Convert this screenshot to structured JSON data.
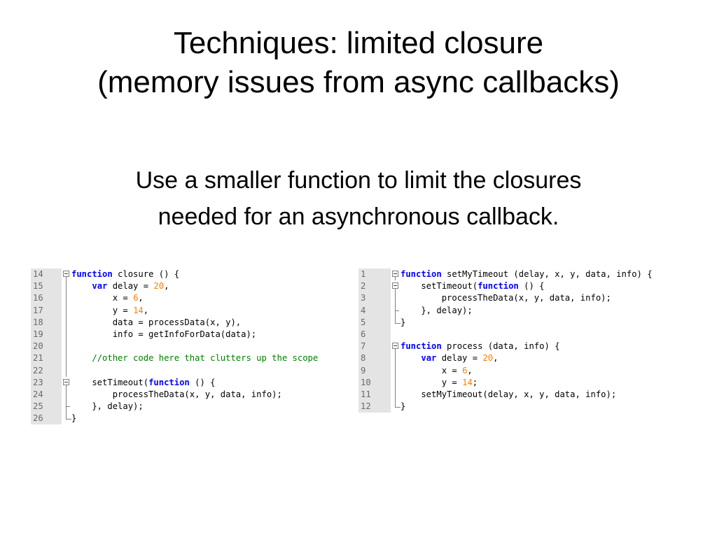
{
  "title": {
    "line1": "Techniques: limited closure",
    "line2": "(memory issues from async callbacks)"
  },
  "subtitle": {
    "line1": "Use a smaller function to limit the closures",
    "line2": "needed for an asynchronous callback."
  },
  "left_code": {
    "lines": [
      {
        "num": "14",
        "fold": "open",
        "tokens": [
          {
            "t": "function",
            "c": "kw"
          },
          {
            "t": " closure () {"
          }
        ]
      },
      {
        "num": "15",
        "fold": "line",
        "tokens": [
          {
            "t": "    "
          },
          {
            "t": "var",
            "c": "kw"
          },
          {
            "t": " delay = "
          },
          {
            "t": "20",
            "c": "num"
          },
          {
            "t": ","
          }
        ]
      },
      {
        "num": "16",
        "fold": "line",
        "tokens": [
          {
            "t": "        x = "
          },
          {
            "t": "6",
            "c": "num"
          },
          {
            "t": ","
          }
        ]
      },
      {
        "num": "17",
        "fold": "line",
        "tokens": [
          {
            "t": "        y = "
          },
          {
            "t": "14",
            "c": "num"
          },
          {
            "t": ","
          }
        ]
      },
      {
        "num": "18",
        "fold": "line",
        "tokens": [
          {
            "t": "        data = processData(x, y),"
          }
        ]
      },
      {
        "num": "19",
        "fold": "line",
        "tokens": [
          {
            "t": "        info = getInfoForData(data);"
          }
        ]
      },
      {
        "num": "20",
        "fold": "line",
        "tokens": [
          {
            "t": ""
          }
        ]
      },
      {
        "num": "21",
        "fold": "line",
        "tokens": [
          {
            "t": "    "
          },
          {
            "t": "//other code here that clutters up the scope",
            "c": "cm"
          }
        ]
      },
      {
        "num": "22",
        "fold": "line",
        "tokens": [
          {
            "t": ""
          }
        ]
      },
      {
        "num": "23",
        "fold": "open",
        "tokens": [
          {
            "t": "    setTimeout("
          },
          {
            "t": "function",
            "c": "kw"
          },
          {
            "t": " () {"
          }
        ]
      },
      {
        "num": "24",
        "fold": "line",
        "tokens": [
          {
            "t": "        processTheData(x, y, data, info);"
          }
        ]
      },
      {
        "num": "25",
        "fold": "tick",
        "tokens": [
          {
            "t": "    }, delay);"
          }
        ]
      },
      {
        "num": "26",
        "fold": "end",
        "tokens": [
          {
            "t": "}"
          }
        ]
      }
    ]
  },
  "right_code": {
    "lines": [
      {
        "num": "1",
        "fold": "open",
        "tokens": [
          {
            "t": "function",
            "c": "kw"
          },
          {
            "t": " setMyTimeout (delay, x, y, data, info) {"
          }
        ]
      },
      {
        "num": "2",
        "fold": "open",
        "tokens": [
          {
            "t": "    setTimeout("
          },
          {
            "t": "function",
            "c": "kw"
          },
          {
            "t": " () {"
          }
        ]
      },
      {
        "num": "3",
        "fold": "line",
        "tokens": [
          {
            "t": "        processTheData(x, y, data, info);"
          }
        ]
      },
      {
        "num": "4",
        "fold": "tick",
        "tokens": [
          {
            "t": "    }, delay);"
          }
        ]
      },
      {
        "num": "5",
        "fold": "end",
        "tokens": [
          {
            "t": "}"
          }
        ]
      },
      {
        "num": "6",
        "fold": "none",
        "tokens": [
          {
            "t": ""
          }
        ]
      },
      {
        "num": "7",
        "fold": "open",
        "tokens": [
          {
            "t": "function",
            "c": "kw"
          },
          {
            "t": " process (data, info) {"
          }
        ]
      },
      {
        "num": "8",
        "fold": "line",
        "tokens": [
          {
            "t": "    "
          },
          {
            "t": "var",
            "c": "kw"
          },
          {
            "t": " delay = "
          },
          {
            "t": "20",
            "c": "num"
          },
          {
            "t": ","
          }
        ]
      },
      {
        "num": "9",
        "fold": "line",
        "tokens": [
          {
            "t": "        x = "
          },
          {
            "t": "6",
            "c": "num"
          },
          {
            "t": ","
          }
        ]
      },
      {
        "num": "10",
        "fold": "line",
        "tokens": [
          {
            "t": "        y = "
          },
          {
            "t": "14",
            "c": "num"
          },
          {
            "t": ";"
          }
        ]
      },
      {
        "num": "11",
        "fold": "line",
        "tokens": [
          {
            "t": "    setMyTimeout(delay, x, y, data, info);"
          }
        ]
      },
      {
        "num": "12",
        "fold": "end",
        "tokens": [
          {
            "t": "}"
          }
        ]
      }
    ]
  },
  "colors": {
    "keyword": "#0000ff",
    "number": "#ff8000",
    "comment": "#008000",
    "gutter": "#e4e4e4"
  }
}
